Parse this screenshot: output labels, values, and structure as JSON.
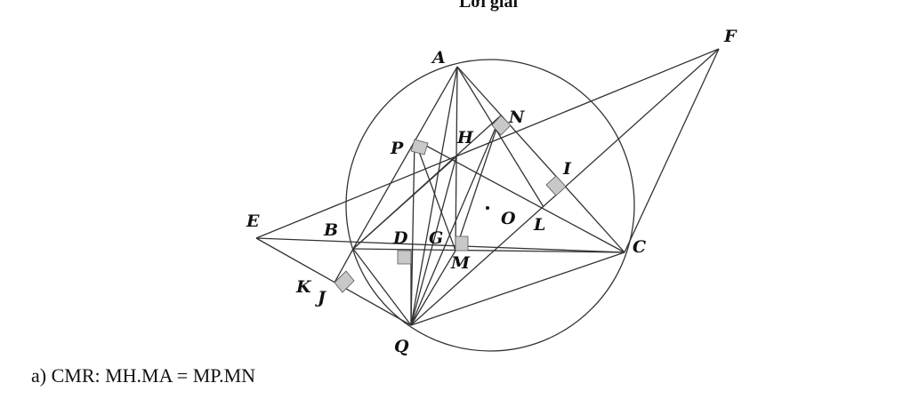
{
  "header": {
    "title": "Lời giải"
  },
  "footer": {
    "text": "a) CMR: MH.MA = MP.MN"
  },
  "diagram": {
    "points": {
      "A": "A",
      "F": "F",
      "N": "N",
      "H": "H",
      "P": "P",
      "I": "I",
      "E": "E",
      "B": "B",
      "O": "O",
      "L": "L",
      "D": "D",
      "G": "G",
      "M": "M",
      "C": "C",
      "K": "K",
      "J": "J",
      "Q": "Q"
    }
  }
}
